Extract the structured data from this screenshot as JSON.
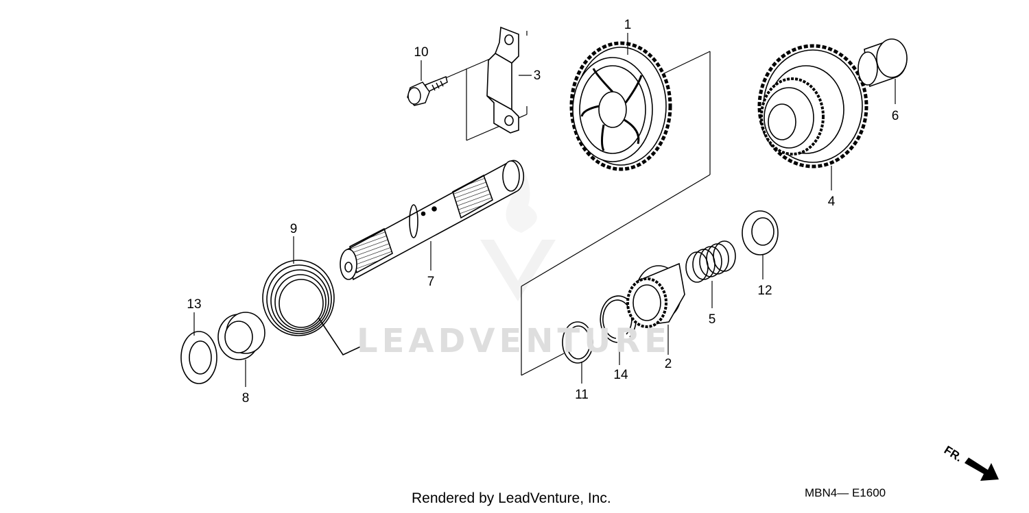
{
  "watermark": {
    "text": "LEADVENTURE"
  },
  "callouts": [
    "1",
    "2",
    "3",
    "4",
    "5",
    "6",
    "7",
    "8",
    "9",
    "10",
    "11",
    "12",
    "13",
    "14"
  ],
  "direction_label": "FR.",
  "footer": {
    "credit": "Rendered by LeadVenture, Inc.",
    "code": "MBN4— E1600"
  }
}
